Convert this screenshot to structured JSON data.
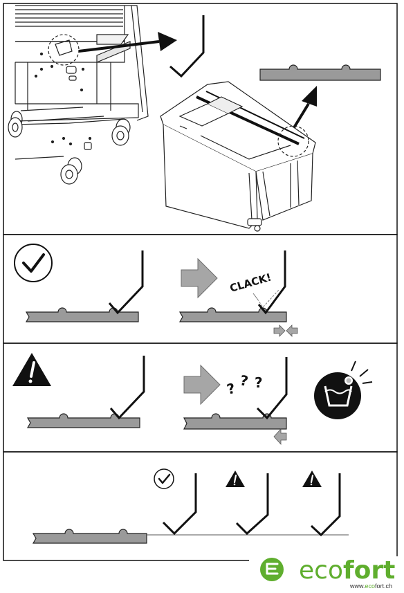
{
  "panel2": {
    "sound_label": "CLACK!"
  },
  "panel3": {
    "question_marks": [
      "?",
      "?",
      "?"
    ]
  },
  "logo": {
    "brand_prefix": "eco",
    "brand_suffix": "fort",
    "url_prefix": "www.",
    "url_highlight": "eco",
    "url_suffix": "fort.ch",
    "brand_green": "#5fae2e"
  },
  "colors": {
    "rail_gray": "#9a9a9a",
    "ink": "#111111",
    "arrow_gray": "#a6a6a6"
  },
  "icons": [
    "check-circle-icon",
    "warning-triangle-icon",
    "wash-basin-icon",
    "arrow-right-icon",
    "arrow-left-icon"
  ]
}
